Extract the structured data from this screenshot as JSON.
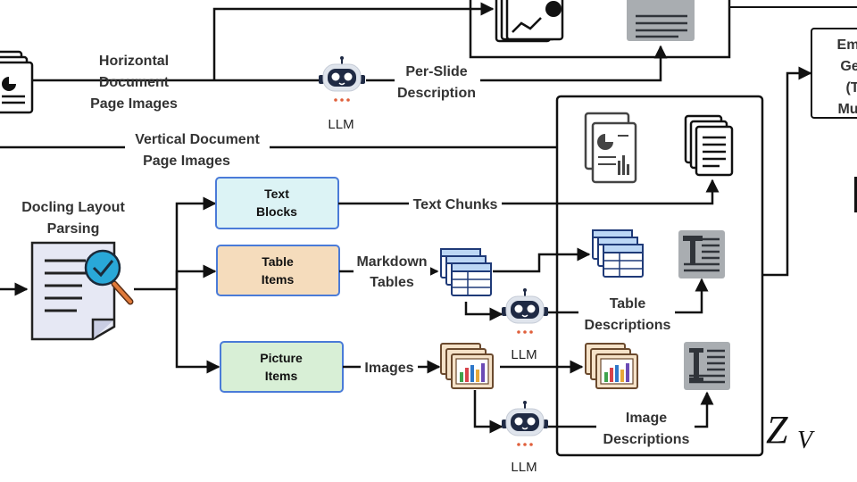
{
  "labels": {
    "horizontal_images": [
      "Horizontal",
      "Document",
      "Page Images"
    ],
    "per_slide": [
      "Per-Slide",
      "Description"
    ],
    "vertical_images": [
      "Vertical Document",
      "Page Images"
    ],
    "docling": [
      "Docling Layout",
      "Parsing"
    ],
    "text_chunks": "Text Chunks",
    "markdown_tables": [
      "Markdown",
      "Tables"
    ],
    "images": "Images",
    "table_descriptions": [
      "Table",
      "Descriptions"
    ],
    "image_descriptions": [
      "Image",
      "Descriptions"
    ],
    "llm": "LLM",
    "embed_partial": [
      "Em",
      "Ge",
      "(T",
      "Mu"
    ],
    "z_symbol": "Z",
    "z_subscript": "V"
  },
  "boxes": {
    "text_blocks": [
      "Text",
      "Blocks"
    ],
    "table_items": [
      "Table",
      "Items"
    ],
    "picture_items": [
      "Picture",
      "Items"
    ]
  },
  "colors": {
    "text_blocks_fill": "#dcf3f5",
    "table_items_fill": "#f5dcbc",
    "picture_items_fill": "#d8efd6",
    "box_stroke": "#4a7bd8",
    "robot_head": "#1f2a44",
    "llm_dots": "#e0603c",
    "panel_fill": "#e6e8f4",
    "panel_stroke": "#2b2b2b",
    "text_icon_fill": "#a9adb1",
    "magnifier": "#29a8d8"
  },
  "icons": [
    "document-stack-icon",
    "robot-icon",
    "slide-chart-icon",
    "text-document-icon",
    "table-stack-icon",
    "picture-stack-icon",
    "magnifier-check-icon"
  ]
}
